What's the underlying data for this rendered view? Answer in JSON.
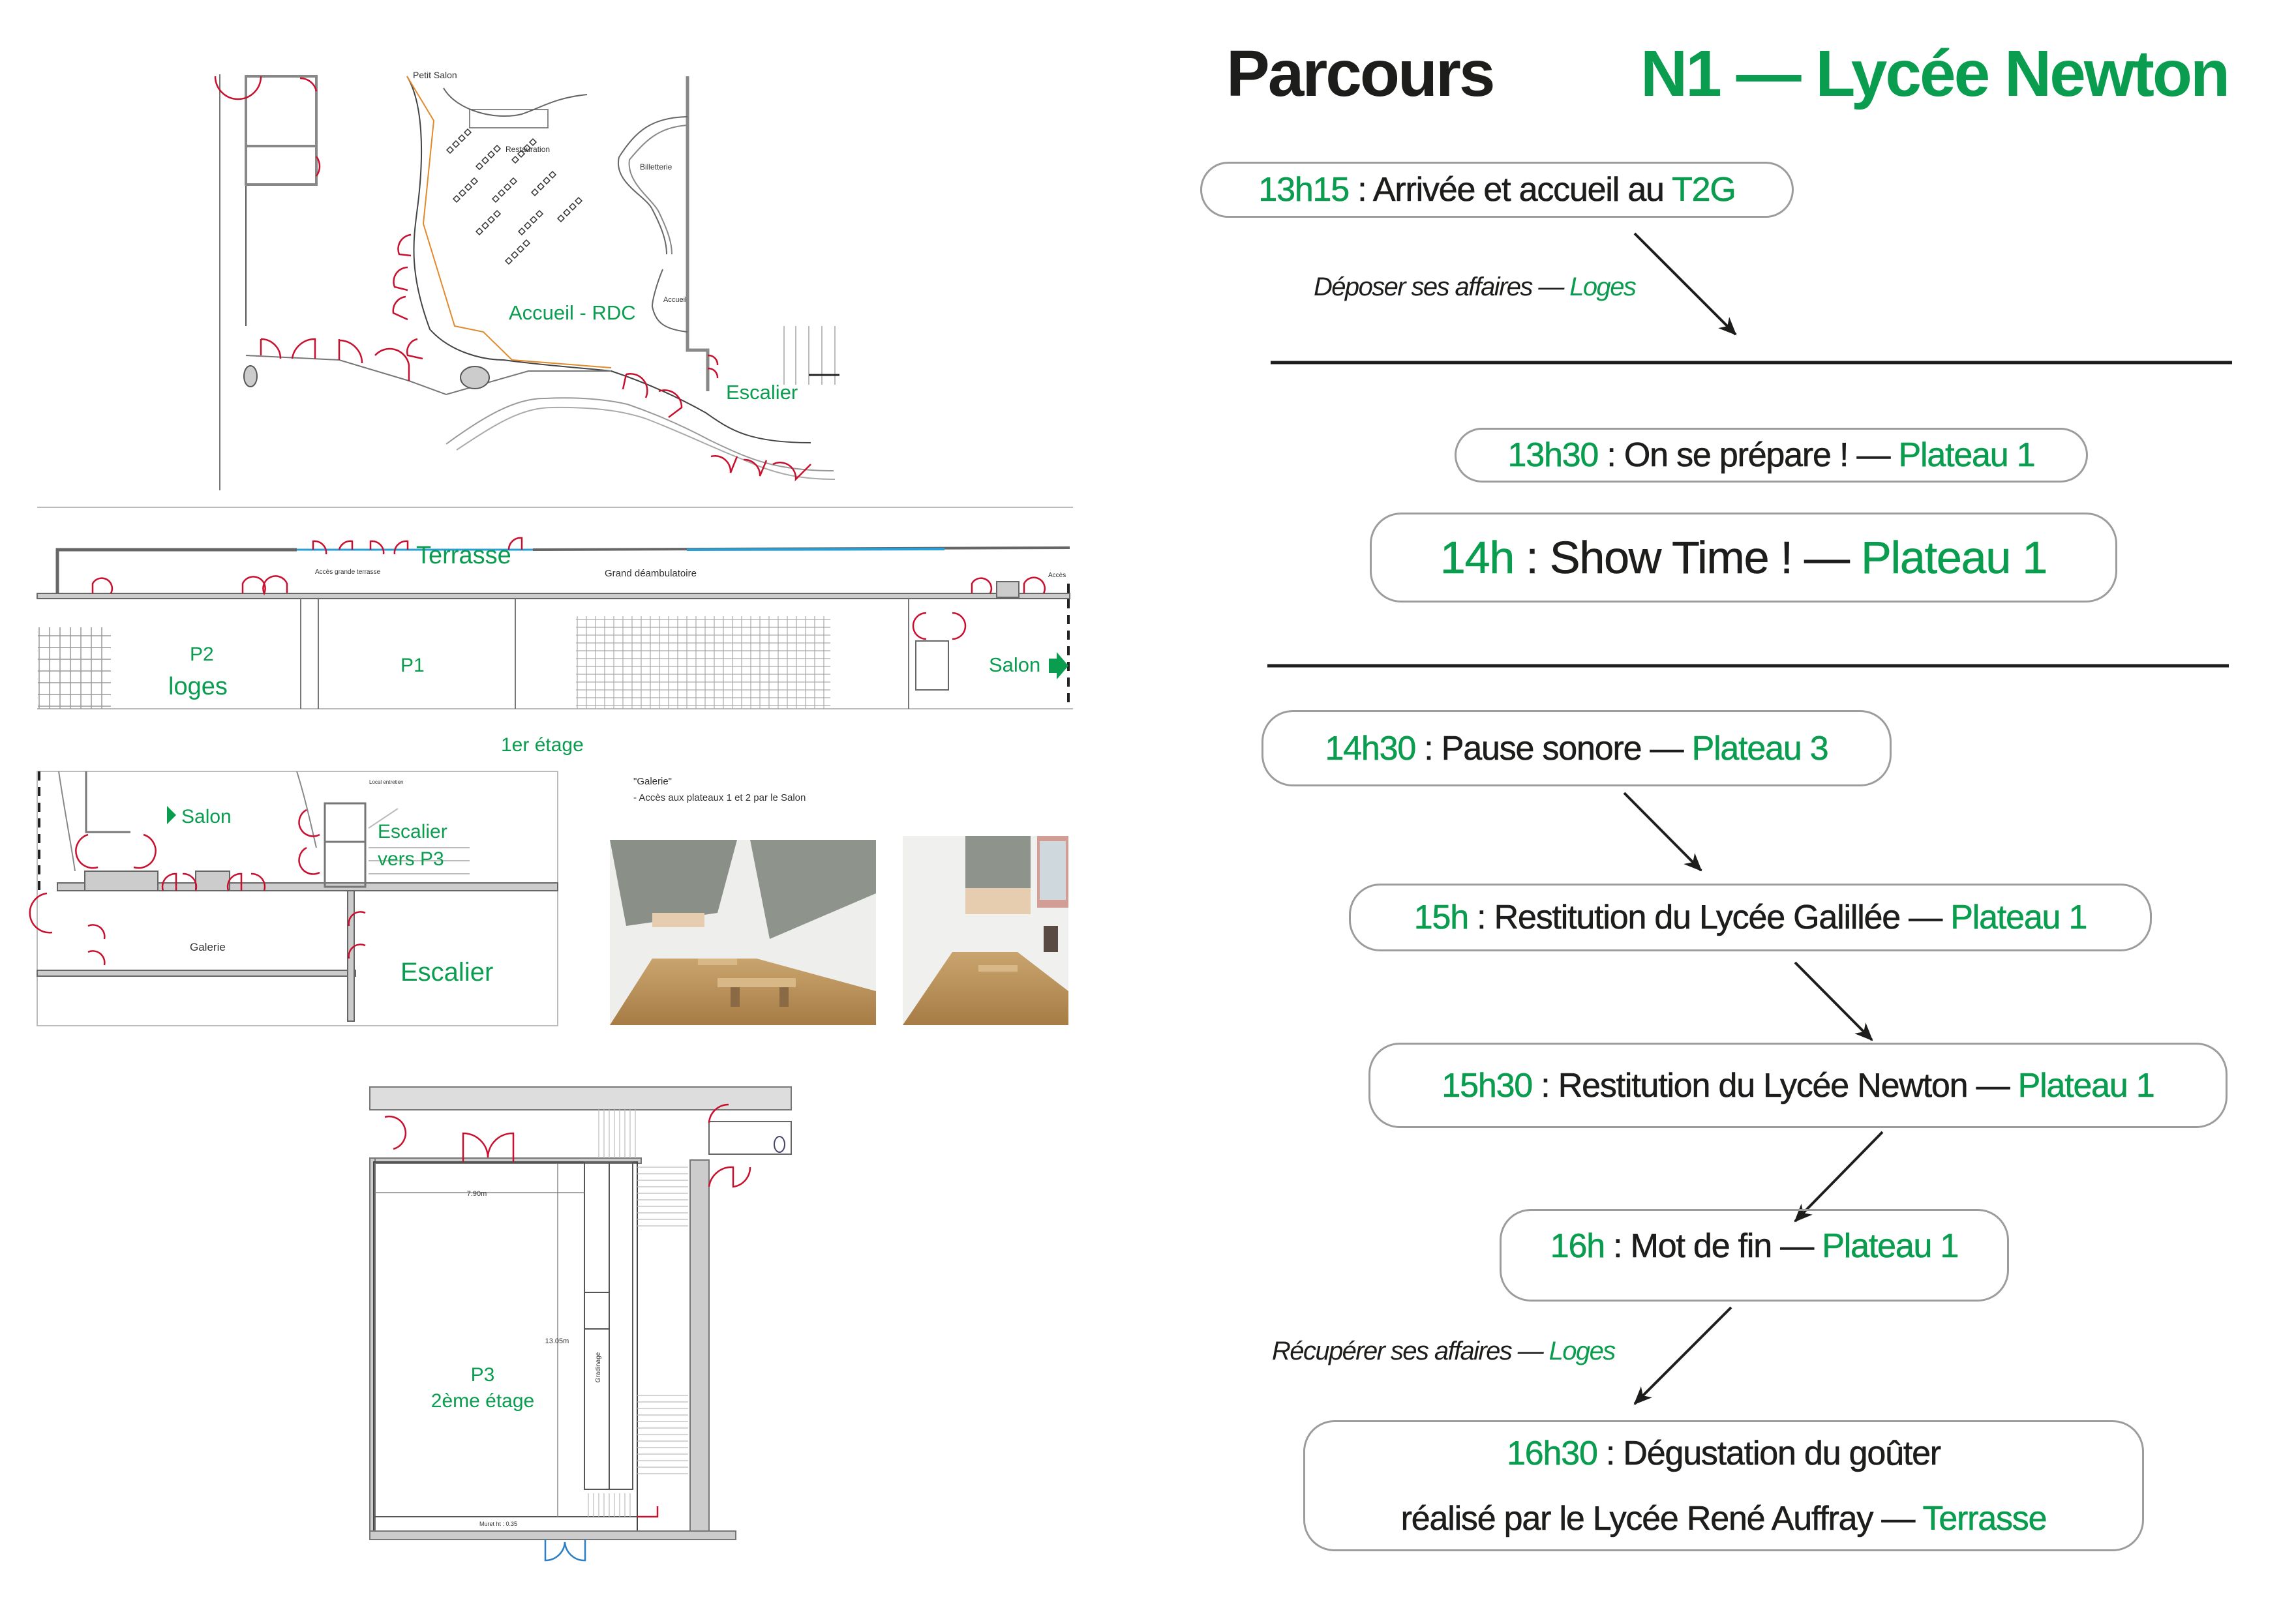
{
  "header": {
    "title": "Parcours",
    "subtitle": "N1 — Lycée Newton"
  },
  "colors": {
    "accent": "#0a9d4f",
    "text": "#1d1d1b",
    "box_border": "#9c9c9c",
    "door": "#c8102e"
  },
  "schedule": [
    {
      "time": "13h15",
      "text": " : Arrivée et accueil au ",
      "place": "T2G"
    },
    {
      "time": "13h30",
      "text": " : On se prépare ! — ",
      "place": "Plateau 1"
    },
    {
      "time": "14h",
      "text": " : Show Time ! — ",
      "place": "Plateau 1"
    },
    {
      "time": "14h30",
      "text": " : Pause sonore — ",
      "place": "Plateau 3"
    },
    {
      "time": "15h",
      "text": " : Restitution du Lycée Galillée — ",
      "place": "Plateau 1"
    },
    {
      "time": "15h30",
      "text": " : Restitution du Lycée Newton — ",
      "place": "Plateau 1"
    },
    {
      "time": "16h",
      "text": " : Mot de fin — ",
      "place": "Plateau 1"
    },
    {
      "time": "16h30",
      "text": " : Dégustation du goûter",
      "text2": "réalisé par le Lycée René Auffray — ",
      "place": "Terrasse"
    }
  ],
  "notes": {
    "drop": {
      "text": "Déposer ses affaires — ",
      "place": "Loges"
    },
    "pickup": {
      "text": "Récupérer ses affaires — ",
      "place": "Loges"
    }
  },
  "plans": {
    "rdc": {
      "title": "Accueil - RDC",
      "petit_salon": "Petit Salon",
      "restauration": "Restauration",
      "billetterie": "Billetterie",
      "accueil": "Accueil",
      "escalier": "Escalier"
    },
    "etage1": {
      "caption": "1er étage",
      "terrasse": "Terrasse",
      "acces_terrasse": "Accès grande terrasse",
      "deambulatoire": "Grand déambulatoire",
      "acces": "Accès",
      "p2": "P2",
      "loges": "loges",
      "p1": "P1",
      "salon": "Salon"
    },
    "galerie": {
      "salon": "Salon",
      "escalier_p3_1": "Escalier",
      "escalier_p3_2": "vers P3",
      "galerie": "Galerie",
      "escalier": "Escalier",
      "local": "Local entretien",
      "note_title": "\"Galerie\"",
      "note_line": "- Accès aux plateaux 1 et 2 par le Salon"
    },
    "p3": {
      "name": "P3",
      "floor": "2ème étage",
      "width": "7.90m",
      "length": "13.05m",
      "gradinage": "Gradinage",
      "muret": "Muret ht : 0.35"
    }
  }
}
